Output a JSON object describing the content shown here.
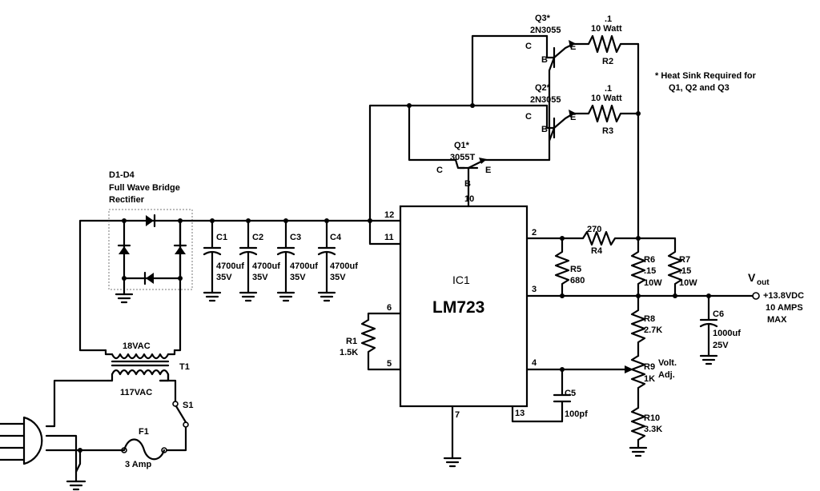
{
  "rectifier": {
    "ref": "D1-D4",
    "line1": "Full Wave Bridge",
    "line2": "Rectifier"
  },
  "capacitors": [
    {
      "ref": "C1",
      "value": "4700uf",
      "voltage": "35V"
    },
    {
      "ref": "C2",
      "value": "4700uf",
      "voltage": "35V"
    },
    {
      "ref": "C3",
      "value": "4700uf",
      "voltage": "35V"
    },
    {
      "ref": "C4",
      "value": "4700uf",
      "voltage": "35V"
    }
  ],
  "transistors": {
    "q3": {
      "ref": "Q3*",
      "part": "2N3055"
    },
    "q2": {
      "ref": "Q2*",
      "part": "2N3055"
    },
    "q1": {
      "ref": "Q1*",
      "part": "3055T"
    },
    "pin_c": "C",
    "pin_b": "B",
    "pin_e": "E"
  },
  "emitter_resistors": {
    "r2": {
      "ref": "R2",
      "value": ".1",
      "power": "10 Watt"
    },
    "r3": {
      "ref": "R3",
      "value": ".1",
      "power": "10 Watt"
    }
  },
  "note": {
    "line1": "* Heat Sink Required for",
    "line2": "Q1, Q2 and Q3"
  },
  "ic": {
    "ref": "IC1",
    "part": "LM723",
    "pins": {
      "p2": "2",
      "p3": "3",
      "p4": "4",
      "p5": "5",
      "p6": "6",
      "p7": "7",
      "p10": "10",
      "p11": "11",
      "p12": "12",
      "p13": "13"
    }
  },
  "resistors": {
    "r1": {
      "ref": "R1",
      "value": "1.5K"
    },
    "r4": {
      "ref": "R4",
      "value": "270"
    },
    "r5": {
      "ref": "R5",
      "value": "680"
    },
    "r6": {
      "ref": "R6",
      "value": ".15",
      "power": "10W"
    },
    "r7": {
      "ref": "R7",
      "value": ".15",
      "power": "10W"
    },
    "r8": {
      "ref": "R8",
      "value": "2.7K"
    },
    "r9": {
      "ref": "R9",
      "value": "1K",
      "label1": "Volt.",
      "label2": "Adj."
    },
    "r10": {
      "ref": "R10",
      "value": "3.3K"
    }
  },
  "c5": {
    "ref": "C5",
    "value": "100pf"
  },
  "c6": {
    "ref": "C6",
    "value": "1000uf",
    "voltage": "25V"
  },
  "output": {
    "v_main": "V",
    "v_sub": "out",
    "line1": "+13.8VDC",
    "line2": "10 AMPS",
    "line3": "MAX"
  },
  "transformer": {
    "ref": "T1",
    "secondary": "18VAC",
    "primary": "117VAC"
  },
  "switch": {
    "ref": "S1"
  },
  "fuse": {
    "ref": "F1",
    "rating": "3 Amp"
  }
}
